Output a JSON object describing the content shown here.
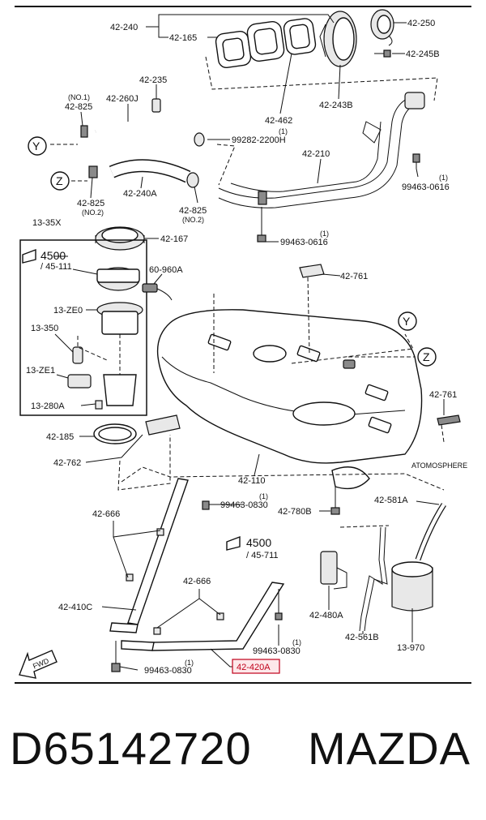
{
  "callouts": {
    "c_42_240": "42-240",
    "c_42_165": "42-165",
    "c_42_250": "42-250",
    "c_42_245B": "42-245B",
    "c_42_235": "42-235",
    "c_no1": "(NO.1)",
    "c_42_825_top": "42-825",
    "c_42_260J": "42-260J",
    "c_42_462": "42-462",
    "c_42_243B": "42-243B",
    "c_q1_a": "(1)",
    "c_99282": "99282-2200H",
    "c_42_210": "42-210",
    "c_q1_b": "(1)",
    "c_99463_0616_a": "99463-0616",
    "c_42_240A": "42-240A",
    "c_42_825_left": "42-825",
    "c_no2_left": "(NO.2)",
    "c_42_825_mid": "42-825",
    "c_no2_mid": "(NO.2)",
    "c_13_35X": "13-35X",
    "c_42_167": "42-167",
    "c_q1_c": "(1)",
    "c_99463_0616_b": "99463-0616",
    "c_4500_top": "4500",
    "c_45_111": "/ 45-111",
    "c_60_960A": "60-960A",
    "c_42_761_top": "42-761",
    "c_13_ZE0": "13-ZE0",
    "c_13_350": "13-350",
    "c_13_ZE1": "13-ZE1",
    "c_13_280A": "13-280A",
    "c_42_761_right": "42-761",
    "c_42_185": "42-185",
    "c_42_762": "42-762",
    "c_42_110": "42-110",
    "c_atmosphere": "ATOMOSPHERE",
    "c_q1_d": "(1)",
    "c_99463_0830_a": "99463-0830",
    "c_42_666_top": "42-666",
    "c_42_780B": "42-780B",
    "c_42_581A": "42-581A",
    "c_4500_bot": "4500",
    "c_45_711": "/ 45-711",
    "c_42_666_mid": "42-666",
    "c_42_410C": "42-410C",
    "c_42_480A": "42-480A",
    "c_42_561B": "42-561B",
    "c_q1_e": "(1)",
    "c_99463_0830_b": "99463-0830",
    "c_13_970": "13-970",
    "c_q1_f": "(1)",
    "c_99463_0830_c": "99463-0830",
    "c_42_420A": "42-420A",
    "c_fwd": "FWD",
    "c_y_left": "Y",
    "c_z_left": "Z",
    "c_y_right": "Y",
    "c_z_right": "Z"
  },
  "footer": {
    "part_number": "D65142720",
    "brand": "MAZDA"
  },
  "colors": {
    "highlight": "#c0001a",
    "ink": "#111111"
  }
}
